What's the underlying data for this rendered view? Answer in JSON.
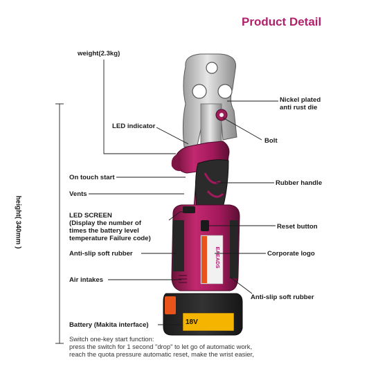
{
  "title": "Product Detail",
  "labels": {
    "weight": "weight(2.3kg)",
    "die": [
      "Nickel plated",
      "anti rust die"
    ],
    "led_indicator": "LED indicator",
    "bolt": "Bolt",
    "on_touch_start": "On touch start",
    "rubber_handle": "Rubber handle",
    "vents": "Vents",
    "led_screen": [
      "LED SCREEN",
      "(Display the number of",
      "times the battery level",
      "temperature Failure code)"
    ],
    "reset_button": "Reset button",
    "anti_slip_left": "Anti-slip soft rubber",
    "corporate_logo": "Corporate logo",
    "air_intakes": "Air intakes",
    "anti_slip_right": "Anti-slip soft rubber",
    "battery": "Battery (Makita interface)",
    "height": "height( 340mm )"
  },
  "product_text": {
    "brand": "EAEADS",
    "battery_voltage": "18V"
  },
  "note": [
    "Switch one-key start function:",
    "press the switch for 1 second \"drop\" to let go of automatic work,",
    "reach the quota pressure automatic reset, make the wrist easier,"
  ],
  "colors": {
    "title": "#b0216b",
    "body_magenta": "#a3195b",
    "body_dark": "#5a0f33",
    "rubber": "#2b2b2b",
    "battery_orange": "#e8541a",
    "metal": "#c9c9c9"
  }
}
